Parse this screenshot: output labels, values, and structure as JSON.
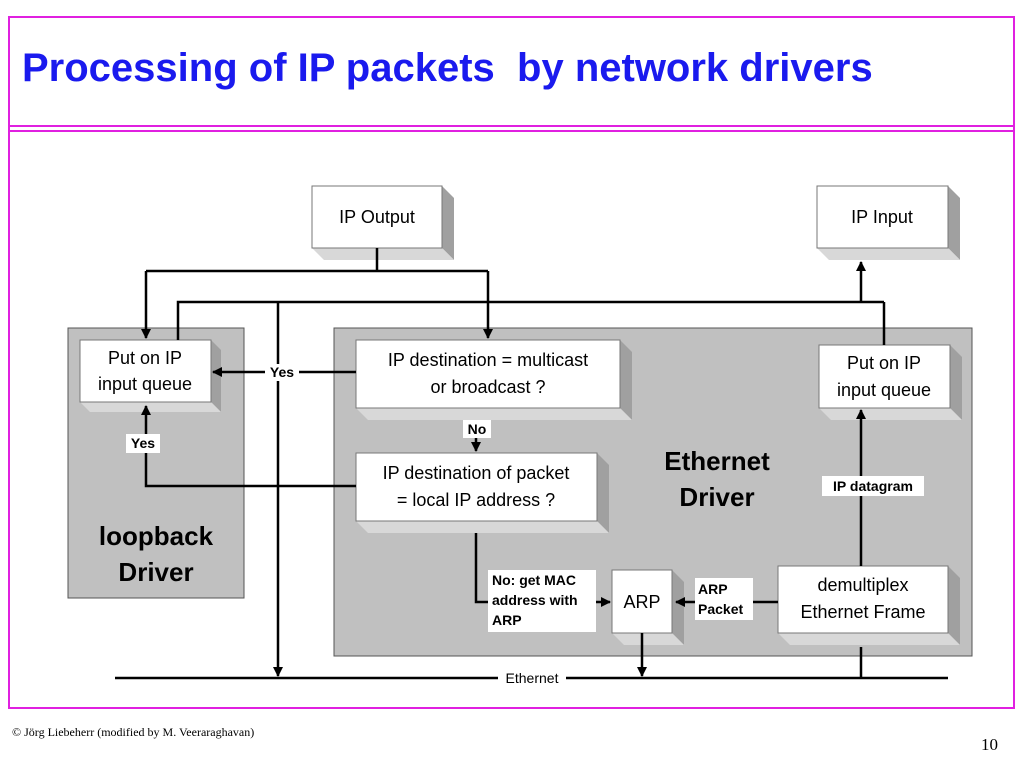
{
  "slide": {
    "title": "Processing of IP packets  by network drivers",
    "copyright": "© Jörg Liebeherr (modified by M. Veeraraghavan)",
    "page_number": "10"
  },
  "diagram": {
    "ip_output": "IP Output",
    "ip_input": "IP Input",
    "loopback": {
      "line1": "loopback",
      "line2": "Driver",
      "queue_line1": "Put on IP",
      "queue_line2": "input queue"
    },
    "ethernet_driver": {
      "line1": "Ethernet",
      "line2": "Driver"
    },
    "multicast_check": {
      "line1": "IP destination = multicast",
      "line2": "or broadcast ?"
    },
    "local_check": {
      "line1": "IP destination of packet",
      "line2": "= local IP address ?"
    },
    "eth_queue": {
      "line1": "Put on IP",
      "line2": "input queue"
    },
    "arp": "ARP",
    "demux": {
      "line1": "demultiplex",
      "line2": "Ethernet Frame"
    },
    "labels": {
      "yes_top": "Yes",
      "yes_left": "Yes",
      "no": "No",
      "no_mac": {
        "line1": "No: get MAC",
        "line2": "address with",
        "line3": "ARP"
      },
      "arp_packet": {
        "line1": "ARP",
        "line2": "Packet"
      },
      "ip_datagram": "IP datagram",
      "ethernet": "Ethernet"
    },
    "colors": {
      "panel": "#c0c0c0",
      "box": "#ffffff",
      "shadow": "#b8b8b8",
      "title": "#1a1aee",
      "frame": "#e020e0"
    }
  }
}
